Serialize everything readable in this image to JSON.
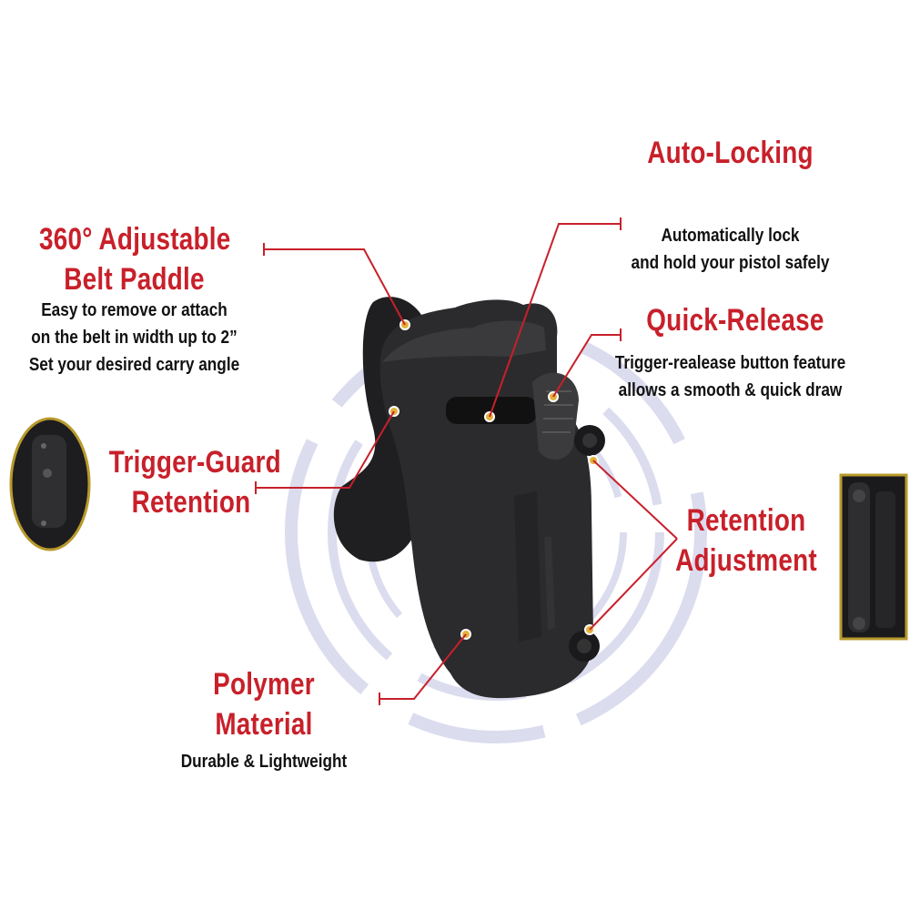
{
  "features": {
    "auto_locking": {
      "title": "Auto-Locking",
      "desc": [
        "Automatically lock",
        "and hold your pistol safely"
      ]
    },
    "belt_paddle": {
      "title": [
        "360° Adjustable",
        "Belt Paddle"
      ],
      "desc": [
        "Easy to remove or attach",
        "on the belt in width up to 2”",
        "Set your desired carry angle"
      ]
    },
    "quick_release": {
      "title": "Quick-Release",
      "desc": [
        "Trigger-realease button feature",
        "allows a smooth & quick draw"
      ]
    },
    "trigger_guard": {
      "title": [
        "Trigger-Guard",
        "Retention"
      ]
    },
    "retention_adjustment": {
      "title": [
        "Retention",
        "Adjustment"
      ]
    },
    "polymer": {
      "title": [
        "Polymer",
        "Material"
      ],
      "desc": [
        "Durable & Lightweight"
      ]
    }
  },
  "colors": {
    "accent_red": "#c8202a",
    "holster_black": "#2b2b2d",
    "marker_gold": "#e3b23c",
    "ring_lavender": "#d9d9ee",
    "inset_border": "#b89a2c"
  }
}
